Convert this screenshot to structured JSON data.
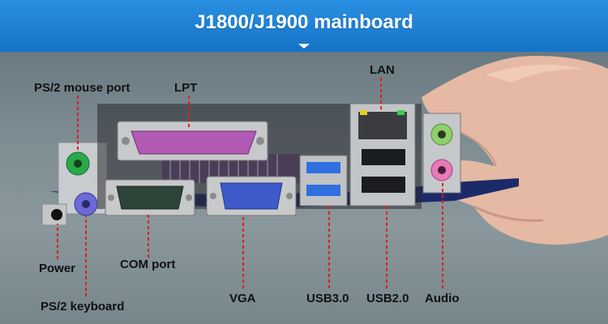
{
  "banner": {
    "title": "J1800/J1900 mainboard",
    "color": "#1a7fd4"
  },
  "labels": {
    "ps2_mouse": "PS/2 mouse port",
    "lpt": "LPT",
    "lan": "LAN",
    "power": "Power",
    "com": "COM port",
    "ps2_keyboard": "PS/2 keyboard",
    "vga": "VGA",
    "usb3": "USB3.0",
    "usb2": "USB2.0",
    "audio": "Audio"
  },
  "colors": {
    "leader_line": "#e01e1e",
    "ps2_mouse": "#2aa84a",
    "ps2_keyboard": "#6a6ad8",
    "lpt": "#b05ab4",
    "vga": "#3d5ac8",
    "usb3": "#2f6fe0",
    "audio_line_in": "#8fd06a",
    "audio_mic": "#e87ab8"
  }
}
